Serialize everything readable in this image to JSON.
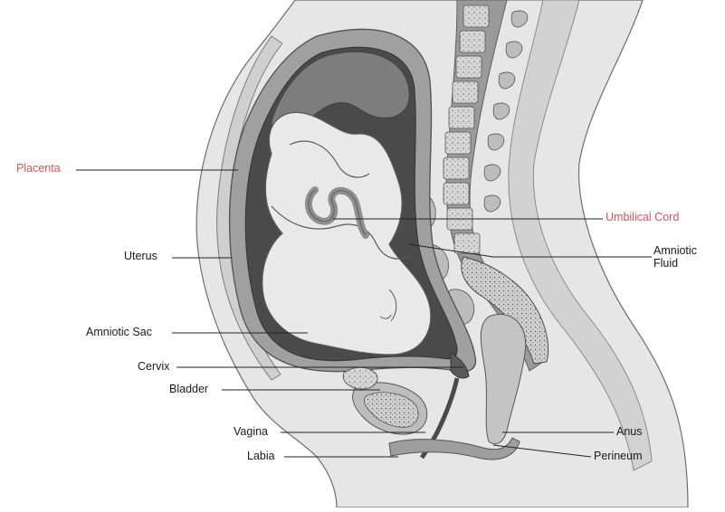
{
  "figure": {
    "subject": "pregnant-abdomen-cross-section",
    "colors": {
      "highlight_label": "#d9535d",
      "normal_label": "#1a1a1a",
      "leader_line": "#222222",
      "skin_fill": "#e6e6e6",
      "uterus_wall": "#9e9e9e",
      "fetus_fill": "#e9e9e9",
      "organ_fill": "#c9c9c9",
      "spine_fill": "#8c8c8c"
    },
    "labels": [
      {
        "id": "placenta",
        "text": "Placenta",
        "highlight": true
      },
      {
        "id": "umbilical-cord",
        "text": "Umbilical Cord",
        "highlight": true
      },
      {
        "id": "uterus",
        "text": "Uterus",
        "highlight": false
      },
      {
        "id": "amniotic-fluid",
        "text": "Amniotic\nFluid",
        "highlight": false
      },
      {
        "id": "amniotic-sac",
        "text": "Amniotic Sac",
        "highlight": false
      },
      {
        "id": "cervix",
        "text": "Cervix",
        "highlight": false
      },
      {
        "id": "bladder",
        "text": "Bladder",
        "highlight": false
      },
      {
        "id": "vagina",
        "text": "Vagina",
        "highlight": false
      },
      {
        "id": "anus",
        "text": "Anus",
        "highlight": false
      },
      {
        "id": "labia",
        "text": "Labia",
        "highlight": false
      },
      {
        "id": "perineum",
        "text": "Perineum",
        "highlight": false
      }
    ]
  }
}
